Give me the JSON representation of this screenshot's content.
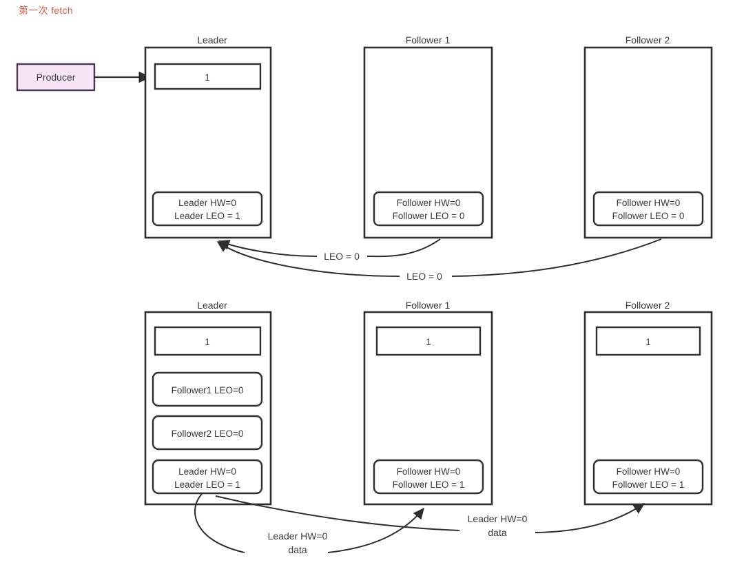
{
  "page": {
    "title": "第一次 fetch",
    "title_color": "#e05a47",
    "background": "#ffffff",
    "stroke_color": "#2e2e2e",
    "text_color": "#3b3b3b"
  },
  "producer": {
    "label": "Producer",
    "fill": "#f7e4f7",
    "border": "#4a3a4f"
  },
  "stage_top": {
    "nodes": [
      {
        "caption": "Leader",
        "entries": [
          "1"
        ],
        "status_lines": [
          "Leader HW=0",
          "Leader LEO = 1"
        ]
      },
      {
        "caption": "Follower 1",
        "entries": [],
        "status_lines": [
          "Follower HW=0",
          "Follower LEO = 0"
        ]
      },
      {
        "caption": "Follower 2",
        "entries": [],
        "status_lines": [
          "Follower HW=0",
          "Follower LEO = 0"
        ]
      }
    ],
    "edges": [
      {
        "label": "LEO = 0",
        "from": "Follower 1",
        "to": "Leader"
      },
      {
        "label": "LEO = 0",
        "from": "Follower 2",
        "to": "Leader"
      }
    ]
  },
  "stage_bottom": {
    "nodes": [
      {
        "caption": "Leader",
        "entries": [
          "1"
        ],
        "slots": [
          "Follower1 LEO=0",
          "Follower2 LEO=0"
        ],
        "status_lines": [
          "Leader HW=0",
          "Leader LEO = 1"
        ]
      },
      {
        "caption": "Follower 1",
        "entries": [
          "1"
        ],
        "slots": [],
        "status_lines": [
          "Follower HW=0",
          "Follower LEO = 1"
        ]
      },
      {
        "caption": "Follower 2",
        "entries": [
          "1"
        ],
        "slots": [],
        "status_lines": [
          "Follower HW=0",
          "Follower LEO = 1"
        ]
      }
    ],
    "edges": [
      {
        "label_line1": "Leader HW=0",
        "label_line2": "data",
        "from": "Leader",
        "to": "Follower 1"
      },
      {
        "label_line1": "Leader HW=0",
        "label_line2": "data",
        "from": "Leader",
        "to": "Follower 2"
      }
    ]
  }
}
